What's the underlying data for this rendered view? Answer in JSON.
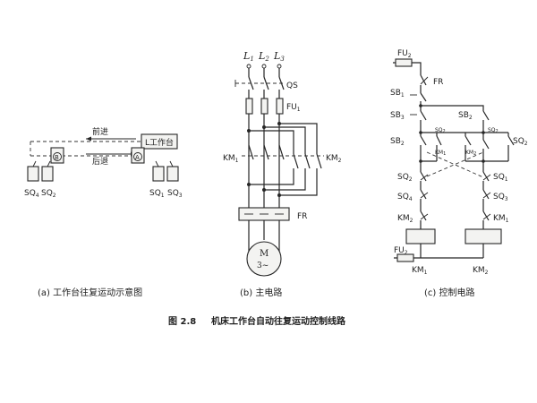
{
  "labels": {
    "l1": "L",
    "l1_sub": "1",
    "l2": "L",
    "l2_sub": "2",
    "l3": "L",
    "l3_sub": "3",
    "qs": "QS",
    "fu1": "FU",
    "fu1_sub": "1",
    "km1_main": "KM",
    "km1_main_sub": "1",
    "km2_main": "KM",
    "km2_main_sub": "2",
    "fr_main": "FR",
    "motor_m": "M",
    "motor_3": "3~",
    "forward": "前进",
    "backward": "后退",
    "table": "工作台",
    "table_prefix": "L",
    "sw_b": "B",
    "sw_a": "A",
    "sq4": "SQ",
    "sq4_sub": "4",
    "sq2": "SQ",
    "sq2_sub": "2",
    "sq1": "SQ",
    "sq1_sub": "1",
    "sq3": "SQ",
    "sq3_sub": "3",
    "fu2_top": "FU",
    "fu2_top_sub": "2",
    "fr_ctrl": "FR",
    "sb1": "SB",
    "sb1_sub": "1",
    "sb3": "SB",
    "sb3_sub": "3",
    "sb2": "SB",
    "sb2_sub": "2",
    "sb2b": "SB",
    "sb2b_sub": "2",
    "sq2_small": "SQ",
    "sq2_small_sub": "2",
    "km_small_1": "KM",
    "km_small_1_sub": "1",
    "km_small_2": "KM",
    "km_small_2_sub": "2",
    "sq2_right": "SQ",
    "sq2_right_sub": "2",
    "ctrl_sq2": "SQ",
    "ctrl_sq2_sub": "2",
    "ctrl_sq4": "SQ",
    "ctrl_sq4_sub": "4",
    "ctrl_km2": "KM",
    "ctrl_km2_sub": "2",
    "ctrl_sq1": "SQ",
    "ctrl_sq1_sub": "1",
    "ctrl_sq3": "SQ",
    "ctrl_sq3_sub": "3",
    "ctrl_km1": "KM",
    "ctrl_km1_sub": "1",
    "fu2_bottom": "FU",
    "fu2_bottom_sub": "2",
    "coil_km1": "KM",
    "coil_km1_sub": "1",
    "coil_km2": "KM",
    "coil_km2_sub": "2"
  },
  "captions": {
    "a": "(a) 工作台往复运动示意图",
    "b": "(b) 主电路",
    "c": "(c) 控制电路",
    "figure_no": "图 2.8",
    "figure_title": "机床工作台自动往复运动控制线路"
  },
  "colors": {
    "line": "#262626",
    "background": "#ffffff"
  }
}
